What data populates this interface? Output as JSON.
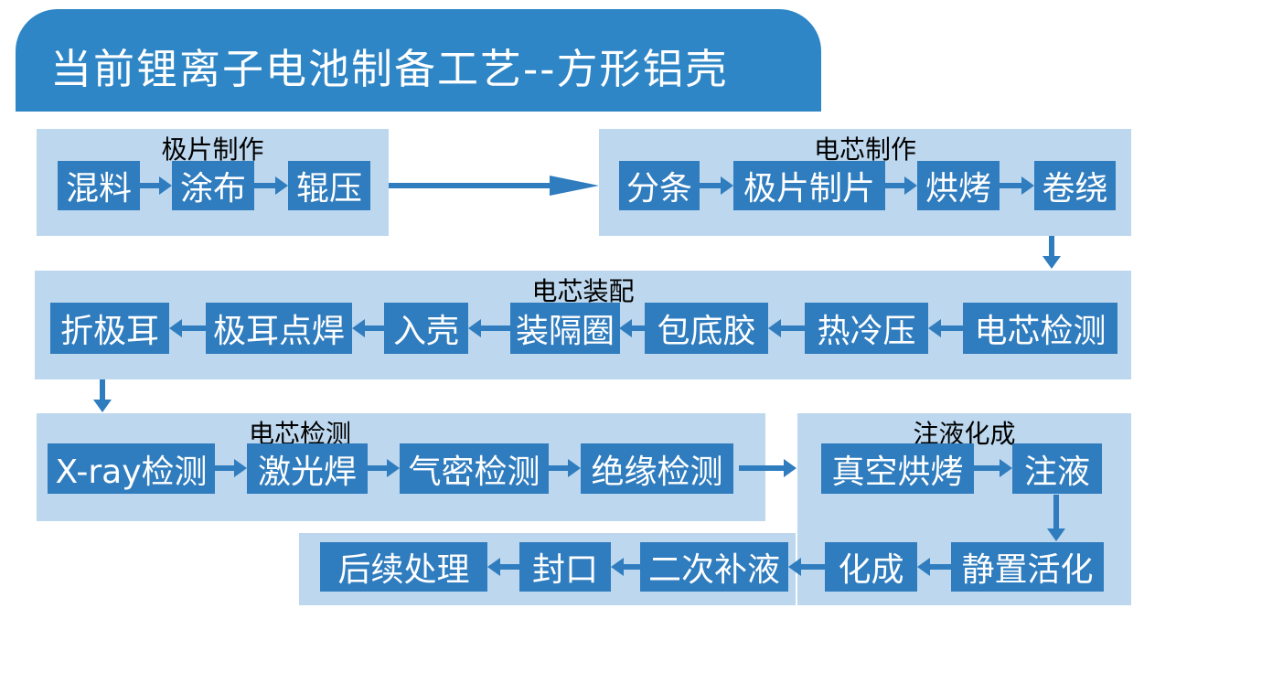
{
  "title": "当前锂离子电池制备工艺--方形铝壳",
  "groups": {
    "g1": {
      "title": "极片制作",
      "steps": [
        "混料",
        "涂布",
        "辊压"
      ]
    },
    "g2": {
      "title": "电芯制作",
      "steps": [
        "分条",
        "极片制片",
        "烘烤",
        "卷绕"
      ]
    },
    "g3": {
      "title": "电芯装配",
      "steps": [
        "折极耳",
        "极耳点焊",
        "入壳",
        "装隔圈",
        "包底胶",
        "热冷压",
        "电芯检测"
      ]
    },
    "g4": {
      "title": "电芯检测",
      "steps": [
        "X-ray检测",
        "激光焊",
        "气密检测",
        "绝缘检测"
      ]
    },
    "g5": {
      "title": "注液化成",
      "steps_top": [
        "真空烘烤",
        "注液"
      ],
      "steps_bottom": [
        "化成",
        "静置活化"
      ]
    },
    "g6": {
      "steps": [
        "后续处理",
        "封口",
        "二次补液"
      ]
    }
  },
  "colors": {
    "banner": "#2e86c6",
    "group_bg": "#bdd7ee",
    "box_bg": "#2f7cbe",
    "arrow": "#2f7cbe",
    "box_text": "#ffffff",
    "label_text": "#000000"
  }
}
